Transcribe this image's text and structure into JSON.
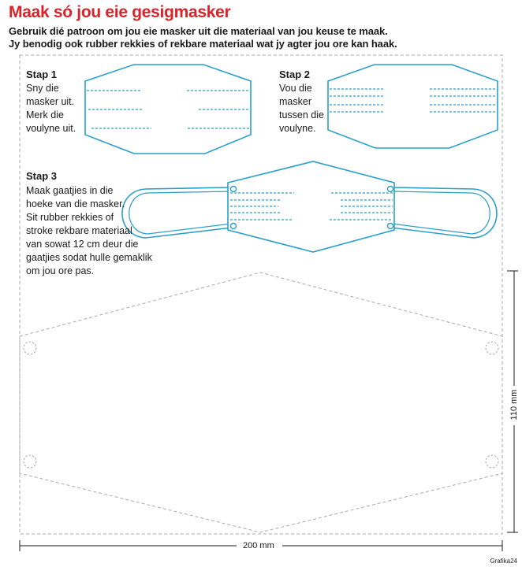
{
  "header": {
    "title": "Maak só jou eie gesigmasker",
    "subtitle_line1": "Gebruik dié patroon om jou eie masker uit die materiaal van jou keuse te maak.",
    "subtitle_line2": "Jy benodig ook rubber rekkies of rekbare materiaal wat jy agter jou ore kan haak."
  },
  "steps": [
    {
      "title": "Stap 1",
      "lines": [
        "Sny die",
        "masker uit.",
        "Merk die",
        "voulyne uit."
      ]
    },
    {
      "title": "Stap 2",
      "lines": [
        "Vou die",
        "masker",
        "tussen die",
        "voulyne."
      ]
    },
    {
      "title": "Stap 3",
      "lines": [
        "Maak gaatjies in die",
        "hoeke van die masker.",
        "Sit rubber rekkies of",
        "stroke rekbare materiaal",
        "van sowat 12 cm deur die",
        "gaatjies sodat hulle gemaklik",
        "om jou ore pas."
      ]
    }
  ],
  "dimensions": {
    "width_label": "200 mm",
    "height_label": "110 mm"
  },
  "credit": "Grafika24",
  "colors": {
    "title_red": "#d9232a",
    "mask_blue": "#2a9fc9",
    "dash_grey": "#aaaaaa",
    "text": "#1a1a1a"
  }
}
